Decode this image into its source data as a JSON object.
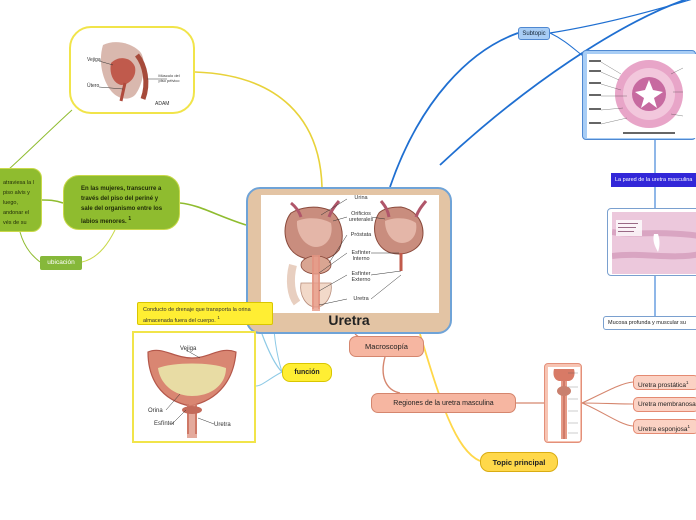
{
  "central": {
    "title": "Uretra"
  },
  "central_labels": {
    "orina": "Urina",
    "orificios": "Orificios ureterales",
    "prostata": "Próstata",
    "esfinter_interno": "Esfínter Interno",
    "esfinter_externo": "Esfínter Externo",
    "uretra": "Uretra"
  },
  "pelvis_image": {
    "vejiga": "Vejiga",
    "utero": "Útero",
    "musculo": "Músculo del piso pélvico",
    "brand": "ADAM"
  },
  "women_node": {
    "text": "En las mujeres, transcurre a través del piso del periné y sale del organismo entre los labios menores.",
    "sup": "1"
  },
  "left_partial": {
    "text": "atraviesa la l piso alvis y luego, andonar el vés de su"
  },
  "ubicacion": {
    "label": "ubicación"
  },
  "conduit": {
    "text": "Conducto de drenaje que transporta la orina almacenada fuera del cuerpo.",
    "sup": "1"
  },
  "bladder_image": {
    "vejiga": "Vejiga",
    "orina": "Orina",
    "esfinter": "Esfínter",
    "uretra": "Uretra"
  },
  "funcion": {
    "label": "función"
  },
  "macroscopia": {
    "label": "Macroscopía"
  },
  "regiones": {
    "label": "Regiones de la uretra masculina"
  },
  "regions": [
    {
      "label": "Uretra prostática",
      "sup": "1"
    },
    {
      "label": "Uretra membranosa",
      "sup": ""
    },
    {
      "label": "Uretra esponjosa",
      "sup": "1"
    }
  ],
  "topic_principal": {
    "label": "Topic principal"
  },
  "subtopic": {
    "label": "Subtopic"
  },
  "pared": {
    "label": "La pared de la uretra masculina"
  },
  "mucosa": {
    "label": "Mucosa profunda y muscular su"
  },
  "colors": {
    "central_bg": "#e3c4a4",
    "central_border": "#6fa3d7",
    "green": "#8fbc2f",
    "yellow": "#ffee33",
    "salmon": "#f6b6a1",
    "blue": "#3227d8",
    "link_blue": "#1f6fd1"
  }
}
